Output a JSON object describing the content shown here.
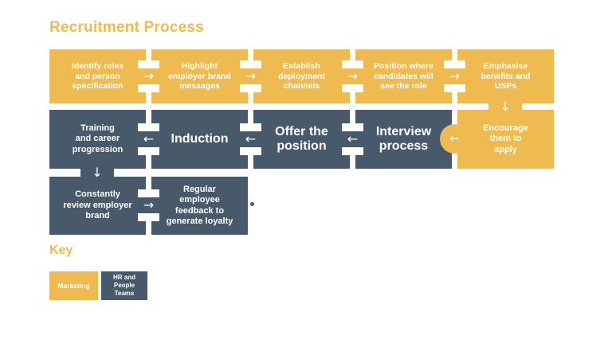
{
  "title": "Recruitment Process",
  "colors": {
    "marketing_yellow": "#EFBB50",
    "hr_dark": "#47596A",
    "text_white": "#FFFFFF",
    "background": "#FFFFFF"
  },
  "icons": {
    "arrow_right": "→",
    "arrow_left": "←",
    "arrow_down": "↓"
  },
  "process": {
    "row1": [
      {
        "label": "Identify roles\nand person\nspecification",
        "team": "marketing"
      },
      {
        "label": "Highlight\nemployer brand\nmessages",
        "team": "marketing"
      },
      {
        "label": "Establish\ndeployment\nchannels",
        "team": "marketing"
      },
      {
        "label": "Position where\ncandidates will\nsee the role",
        "team": "marketing"
      },
      {
        "label": "Emphasise\nbenefits and\nUSPs",
        "team": "marketing"
      }
    ],
    "row2": [
      {
        "label": "Training\nand career\nprogression",
        "team": "hr"
      },
      {
        "label": "Induction",
        "team": "hr"
      },
      {
        "label": "Offer the\nposition",
        "team": "hr"
      },
      {
        "label": "Interview\nprocess",
        "team": "hr"
      },
      {
        "label": "Encourage\nthem to\napply",
        "team": "marketing"
      }
    ],
    "row3": [
      {
        "label": "Constantly\nreview employer\nbrand",
        "team": "hr"
      },
      {
        "label": "Regular\nemployee\nfeedback to\ngenerate loyalty",
        "team": "hr"
      }
    ]
  },
  "key": {
    "heading": "Key",
    "items": [
      {
        "label": "Marketing",
        "team": "marketing"
      },
      {
        "label": "HR and\nPeople\nTeams",
        "team": "hr"
      }
    ]
  }
}
